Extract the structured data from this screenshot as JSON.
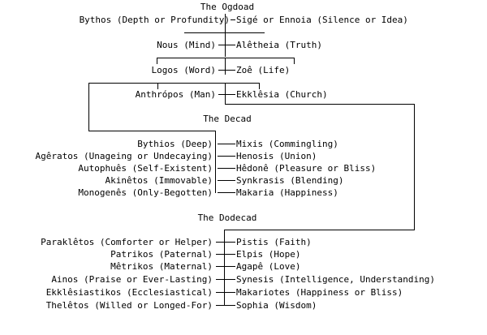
{
  "ogdoad": {
    "title": "The Ogdoad",
    "rows": [
      {
        "left": "Bythos (Depth or Profundity)",
        "right": "Sigé or Ennoia (Silence or Idea)"
      },
      {
        "left": "Nous (Mind)",
        "right": "Alêtheia (Truth)"
      },
      {
        "left": "Logos (Word)",
        "right": "Zoê (Life)"
      },
      {
        "left": "Anthrópos (Man)",
        "right": "Ekklêsia (Church)"
      }
    ]
  },
  "decad": {
    "title": "The Decad",
    "rows": [
      {
        "left": "Bythios (Deep)",
        "right": "Mixis (Commingling)"
      },
      {
        "left": "Agêratos (Unageing or Undecaying)",
        "right": "Henosis (Union)"
      },
      {
        "left": "Autophuês (Self-Existent)",
        "right": "Hêdonê (Pleasure or Bliss)"
      },
      {
        "left": "Akinêtos (Immovable)",
        "right": "Synkrasis (Blending)"
      },
      {
        "left": "Monogenês (Only-Begotten)",
        "right": "Makaria (Happiness)"
      }
    ]
  },
  "dodecad": {
    "title": "The Dodecad",
    "rows": [
      {
        "left": "Paraklêtos (Comforter or Helper)",
        "right": "Pistis (Faith)"
      },
      {
        "left": "Patrikos (Paternal)",
        "right": "Elpis (Hope)"
      },
      {
        "left": "Mêtrikos (Maternal)",
        "right": "Agapê (Love)"
      },
      {
        "left": "Ainos (Praise or Ever-Lasting)",
        "right": "Synesis (Intelligence, Understanding)"
      },
      {
        "left": "Ekklêsiastikos (Ecclesiastical)",
        "right": "Makariotes (Happiness or Bliss)"
      },
      {
        "left": "Thelêtos (Willed or Longed-For)",
        "right": "Sophia (Wisdom)"
      }
    ]
  }
}
